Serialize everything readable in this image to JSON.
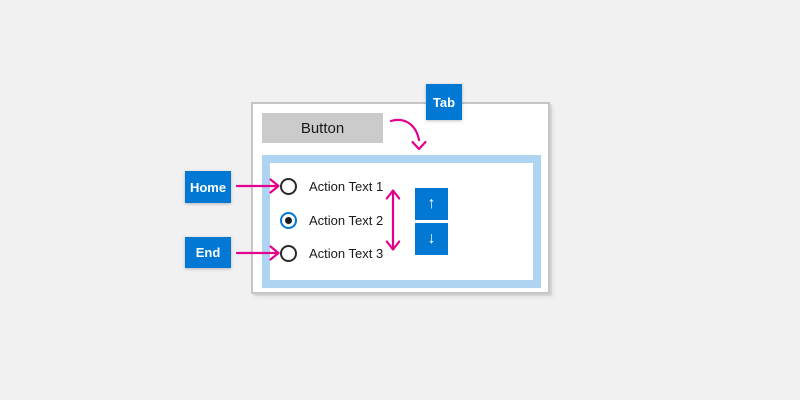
{
  "colors": {
    "background": "#F1F1F1",
    "accent_blue": "#0078D4",
    "magenta": "#E3008C",
    "button_gray": "#CBCBCB",
    "group_border": "#AED4F2"
  },
  "panel": {
    "button_label": "Button"
  },
  "key_annotations": {
    "tab_label": "Tab",
    "home_label": "Home",
    "end_label": "End"
  },
  "radio_group": {
    "items": [
      {
        "label": "Action Text 1",
        "selected": false
      },
      {
        "label": "Action Text 2",
        "selected": true
      },
      {
        "label": "Action Text 3",
        "selected": false
      }
    ]
  },
  "spinner": {
    "up_icon": "↑",
    "down_icon": "↓"
  }
}
